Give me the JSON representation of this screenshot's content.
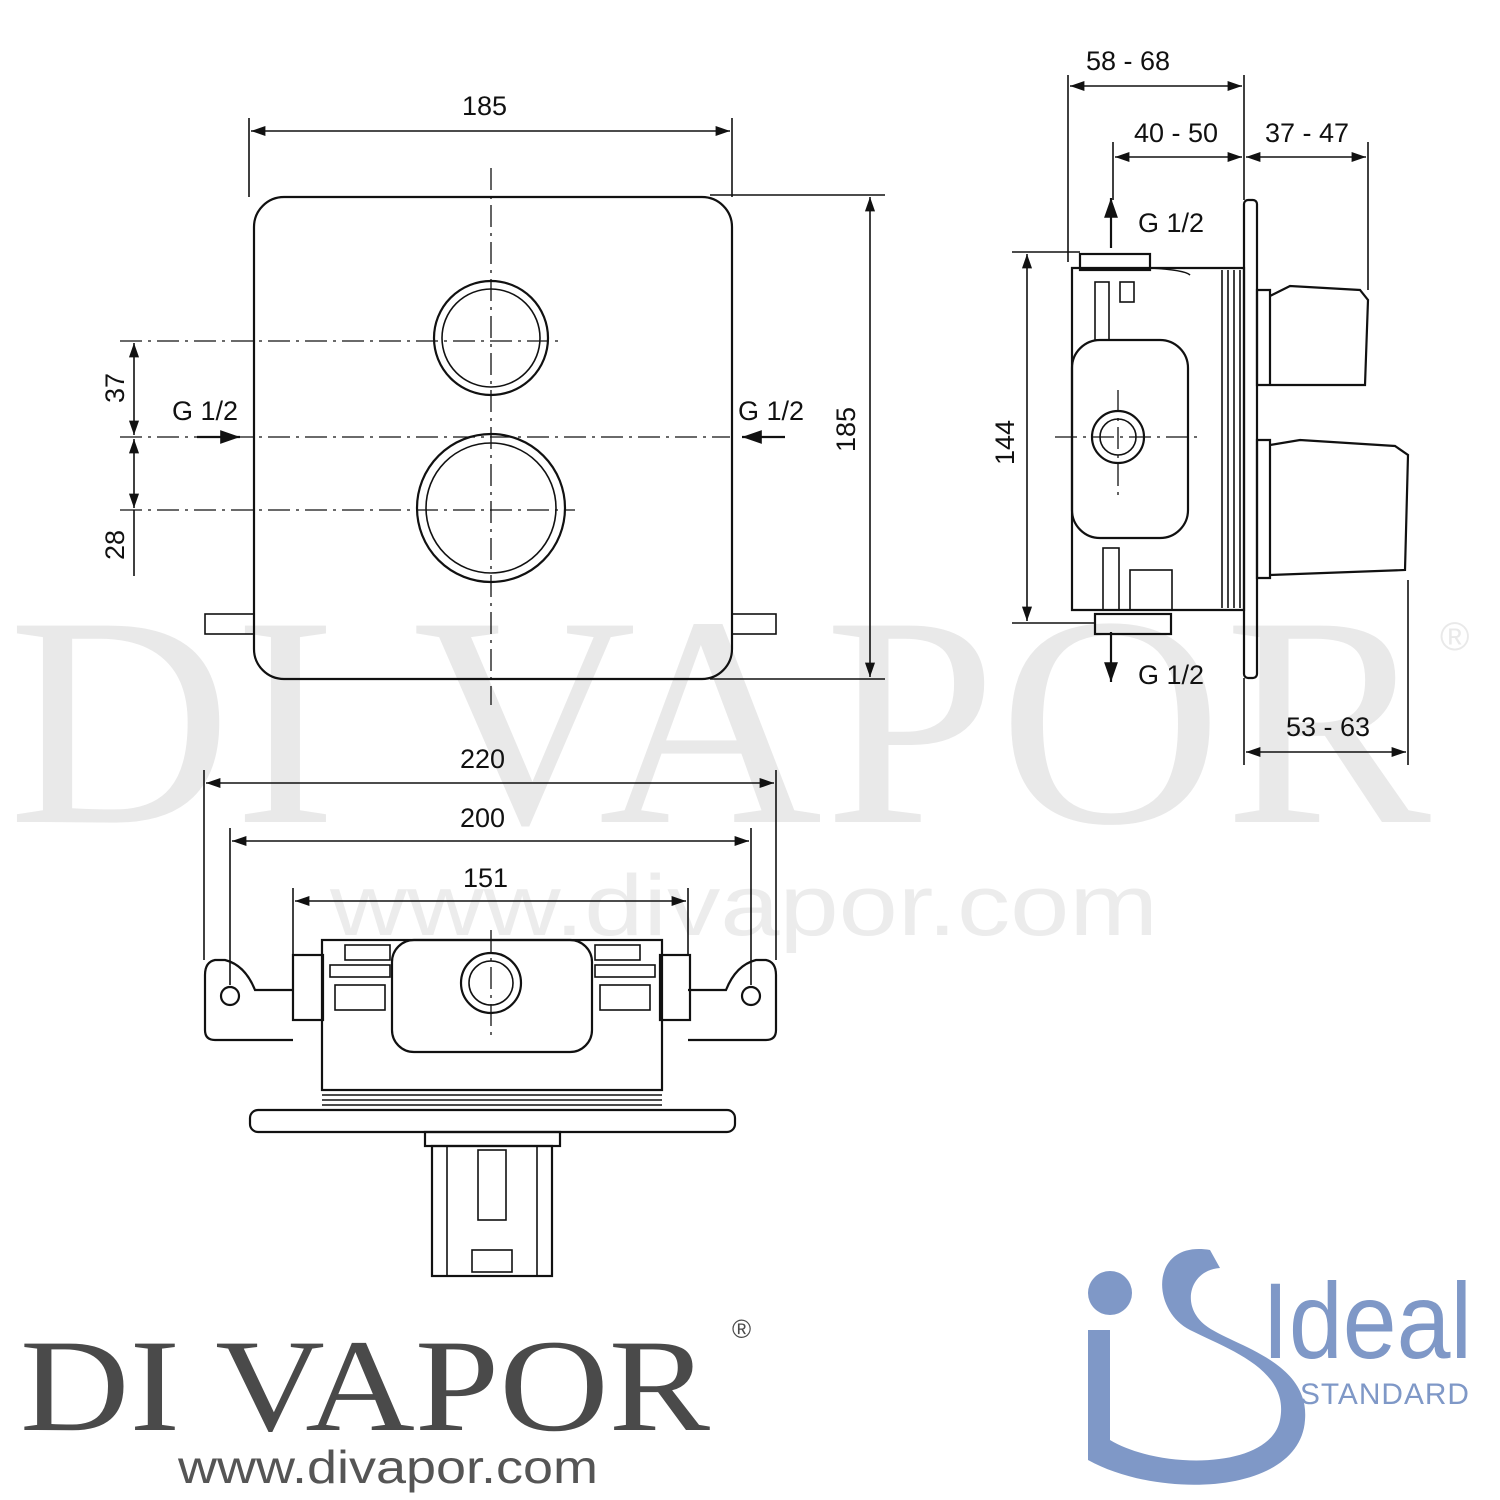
{
  "watermark": {
    "brand": "DI VAPOR",
    "registered": "®",
    "url": "www.divapor.com"
  },
  "front_view": {
    "width": "185",
    "height": "185",
    "offset_upper": "37",
    "offset_lower": "28",
    "inlet_left": "G 1/2",
    "inlet_right": "G 1/2"
  },
  "side_view": {
    "depth_total": "58 - 68",
    "depth_wall": "40 - 50",
    "projection": "37 - 47",
    "projection_handle": "53 - 63",
    "body_height": "144",
    "outlet_top": "G 1/2",
    "outlet_bottom": "G 1/2"
  },
  "bottom_view": {
    "width_outer": "220",
    "width_mount": "200",
    "width_body": "151"
  },
  "footer": {
    "brand": "DI VAPOR",
    "registered": "®",
    "url": "www.divapor.com",
    "manufacturer_word": "Ideal",
    "manufacturer_sub": "STANDARD",
    "colors": {
      "ideal_blue": "#7f98c7",
      "brand_grey": "#4a4a4a"
    }
  }
}
